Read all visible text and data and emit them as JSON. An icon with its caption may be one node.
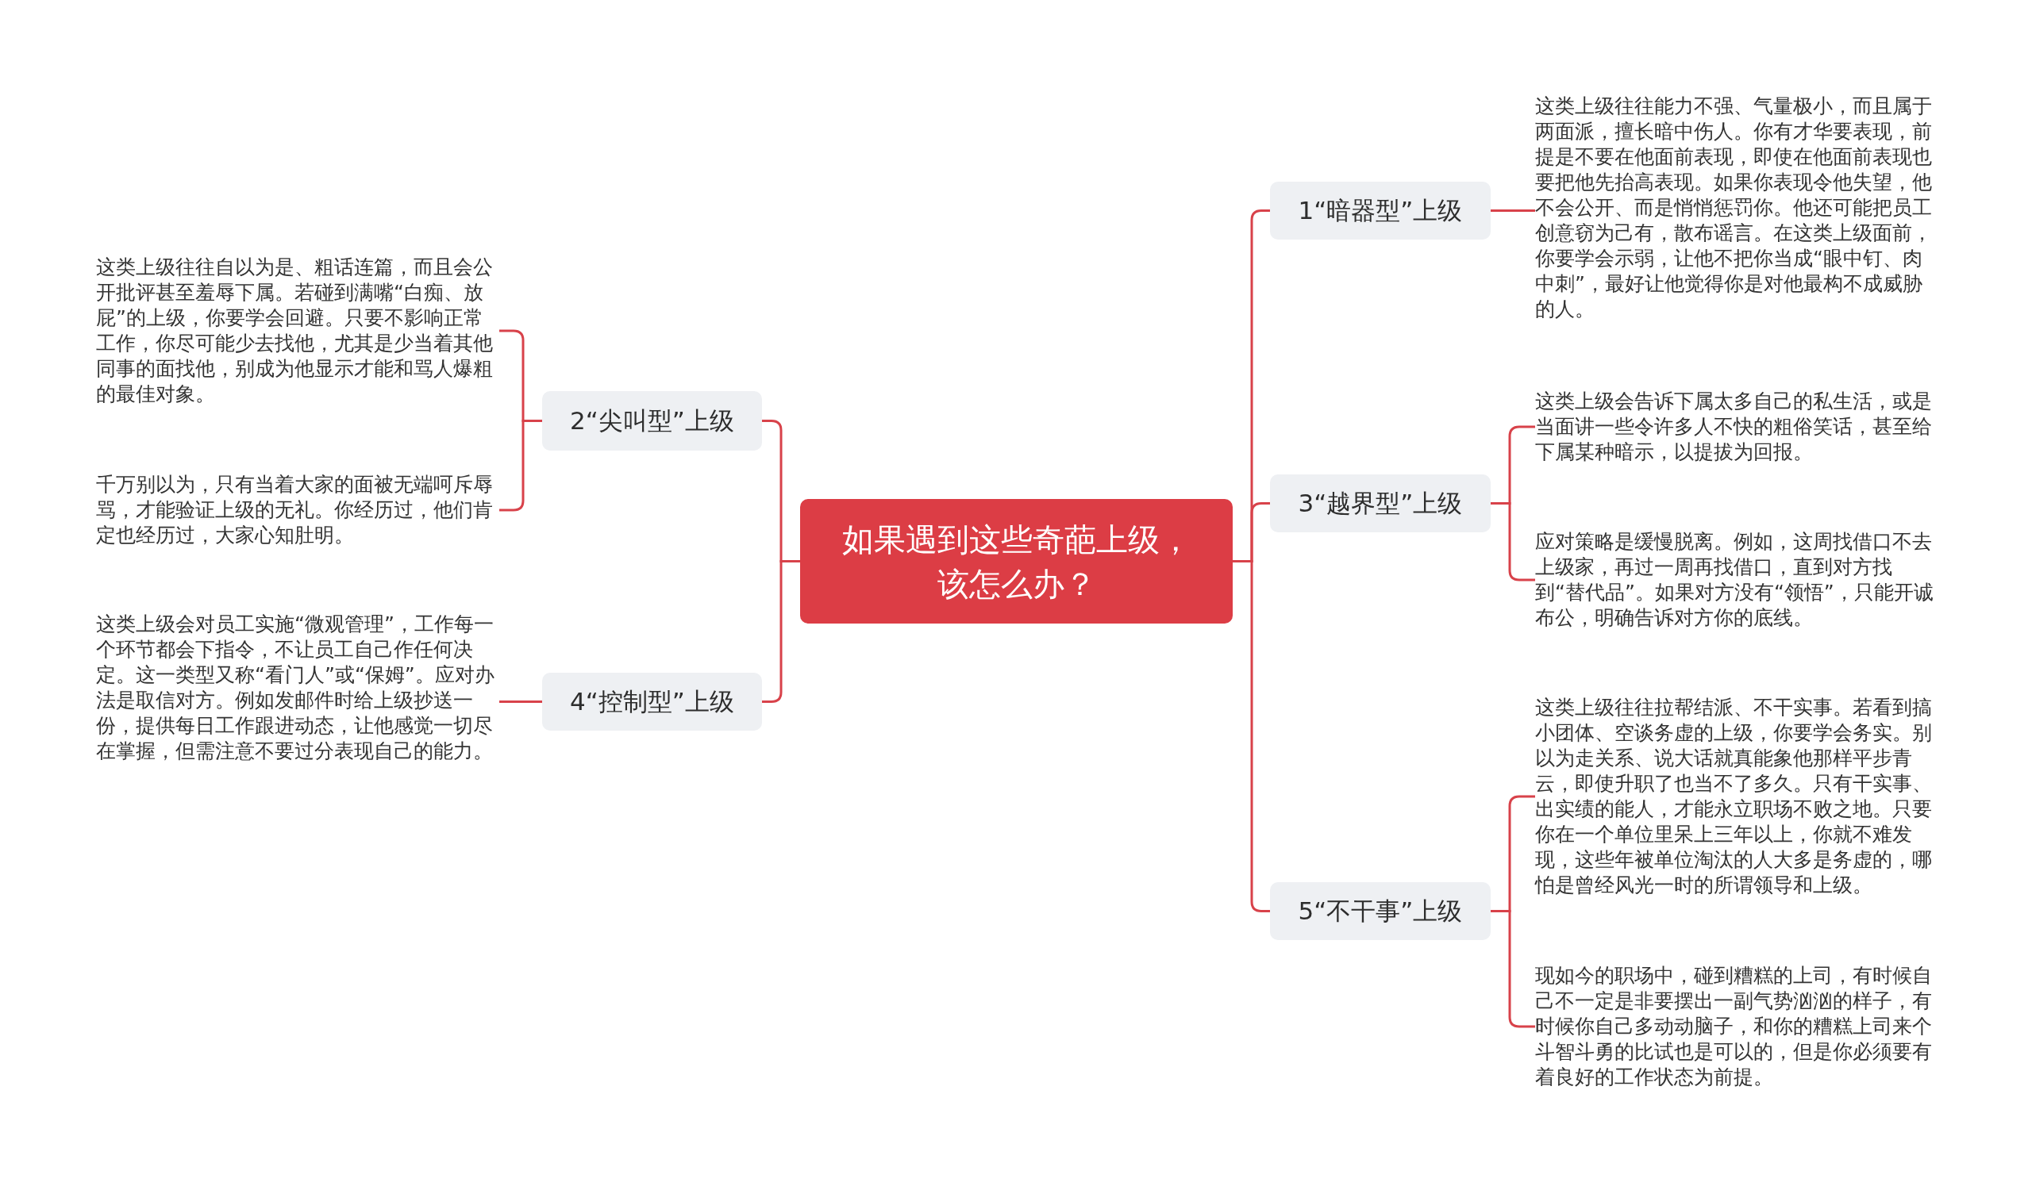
{
  "diagram": {
    "nodes": [
      {
        "text": [
          "如果遇到这些奇葩上级，该怎么办？"
        ]
      },
      {
        "text": [
          "1“暗器型”上级"
        ]
      },
      {
        "text": [
          "这类上级往往能力不强、气量极小，而且属于两面派，擅长暗中伤人。你有才华要表现，前提是不要在他面前表现，即使在他面前表现也要把他先抬高表现。如果你表现令他失望，他不会公开、而是悄悄惩罚你。他还可能把员工创意窃为己有，散布谣言。在这类上级面前，你要学会示弱，让他不把你当成“眼中钉、肉中刺”，最好让他觉得你是对他最构不成威胁的人。"
        ]
      },
      {
        "text": [
          "2“尖叫型”上级"
        ]
      },
      {
        "text": [
          "这类上级往往自以为是、粗话连篇，而且会公开批评甚至羞辱下属。若碰到满嘴“白痴、放屁”的上级，你要学会回避。只要不影响正常工作，你尽可能少去找他，尤其是少当着其他同事的面找他，别成为他显示才能和骂人爆粗的最佳对象。"
        ]
      },
      {
        "text": [
          "千万别以为，只有当着大家的面被无端呵斥辱骂，才能验证上级的无礼。你经历过，他们肯定也经历过，大家心知肚明。"
        ]
      },
      {
        "text": [
          "3“越界型”上级"
        ]
      },
      {
        "text": [
          "这类上级会告诉下属太多自己的私生活，或是当面讲一些令许多人不快的粗俗笑话，甚至给下属某种暗示，以提拔为回报。"
        ]
      },
      {
        "text": [
          "应对策略是缓慢脱离。例如，这周找借口不去上级家，再过一周再找借口，直到对方找到“替代品”。如果对方没有“领悟”，只能开诚布公，明确告诉对方你的底线。"
        ]
      },
      {
        "text": [
          "4“控制型”上级"
        ]
      },
      {
        "text": [
          "这类上级会对员工实施“微观管理”，工作每一个环节都会下指令，不让员工自己作任何决定。这一类型又称“看门人”或“保姆”。应对办法是取信对方。例如发邮件时给上级抄送一份，提供每日工作跟进动态，让他感觉一切尽在掌握，但需注意不要过分表现自己的能力。"
        ]
      },
      {
        "text": [
          "5“不干事”上级"
        ]
      },
      {
        "text": [
          "这类上级往往拉帮结派、不干实事。若看到搞小团体、空谈务虚的上级，你要学会务实。别以为走关系、说大话就真能象他那样平步青云，即使升职了也当不了多久。只有干实事、出实绩的能人，才能永立职场不败之地。只要你在一个单位里呆上三年以上，你就不难发现，这些年被单位淘汰的人大多是务虚的，哪怕是曾经风光一时的所谓领导和上级。"
        ]
      },
      {
        "text": [
          "现如今的职场中，碰到糟糕的上司，有时候自己不一定是非要摆出一副气势汹汹的样子，有时候你自己多动动脑子，和你的糟糕上司来个斗智斗勇的比试也是可以的，但是你必须要有着良好的工作状态为前提。"
        ]
      }
    ],
    "edges": [
      {
        "from": 0,
        "to": 1,
        "arrow": "none"
      },
      {
        "from": 0,
        "to": 3,
        "arrow": "none"
      },
      {
        "from": 0,
        "to": 6,
        "arrow": "none"
      },
      {
        "from": 0,
        "to": 9,
        "arrow": "none"
      },
      {
        "from": 0,
        "to": 11,
        "arrow": "none"
      },
      {
        "from": 1,
        "to": 2,
        "arrow": "none"
      },
      {
        "from": 3,
        "to": 4,
        "arrow": "none"
      },
      {
        "from": 3,
        "to": 5,
        "arrow": "none"
      },
      {
        "from": 6,
        "to": 7,
        "arrow": "none"
      },
      {
        "from": 6,
        "to": 8,
        "arrow": "none"
      },
      {
        "from": 9,
        "to": 10,
        "arrow": "none"
      },
      {
        "from": 11,
        "to": 12,
        "arrow": "none"
      },
      {
        "from": 11,
        "to": 13,
        "arrow": "none"
      }
    ]
  }
}
